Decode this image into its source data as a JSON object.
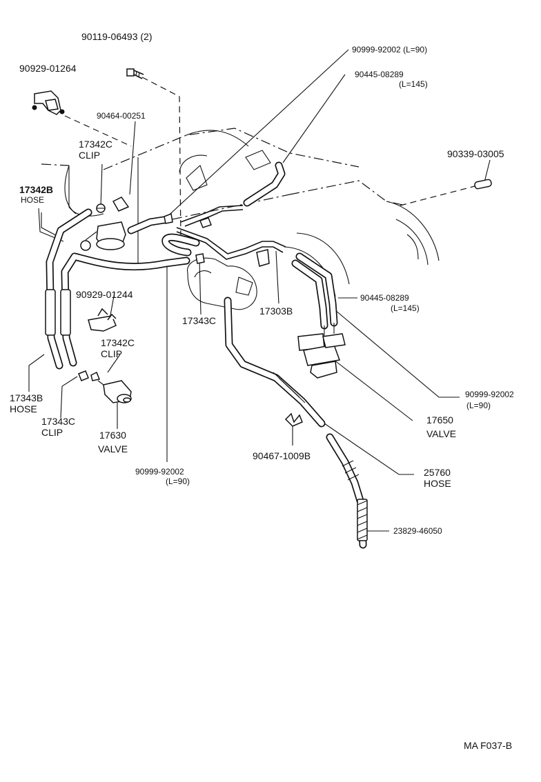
{
  "figure_code": "MA F037-B",
  "parts": [
    {
      "id": "p_90119",
      "number": "90119-06493 (2)",
      "name": ""
    },
    {
      "id": "p_90929_1264",
      "number": "90929-01264",
      "name": ""
    },
    {
      "id": "p_90464",
      "number": "90464-00251",
      "name": ""
    },
    {
      "id": "p_17342c_top",
      "number": "17342C",
      "name": "CLIP"
    },
    {
      "id": "p_17342b",
      "number": "17342B",
      "name": "HOSE"
    },
    {
      "id": "p_90999_top",
      "number": "90999-92002  (L=90)",
      "name": ""
    },
    {
      "id": "p_90445_top",
      "number": "90445-08289",
      "name": "(L=145)"
    },
    {
      "id": "p_90339",
      "number": "90339-03005",
      "name": ""
    },
    {
      "id": "p_90929_1244",
      "number": "90929-01244",
      "name": ""
    },
    {
      "id": "p_17342c_mid",
      "number": "17342C",
      "name": "CLIP"
    },
    {
      "id": "p_17343c_mid",
      "number": "17343C",
      "name": ""
    },
    {
      "id": "p_17303b",
      "number": "17303B",
      "name": ""
    },
    {
      "id": "p_90445_right",
      "number": "90445-08289",
      "name": "(L=145)"
    },
    {
      "id": "p_17343b",
      "number": "17343B",
      "name": "HOSE"
    },
    {
      "id": "p_17343c_left",
      "number": "17343C",
      "name": "CLIP"
    },
    {
      "id": "p_90999_right",
      "number": "90999-92002",
      "name": "(L=90)"
    },
    {
      "id": "p_17630",
      "number": "17630",
      "name": "VALVE"
    },
    {
      "id": "p_17650",
      "number": "17650",
      "name": "VALVE"
    },
    {
      "id": "p_90467",
      "number": "90467-1009B",
      "name": ""
    },
    {
      "id": "p_90999_bottom",
      "number": "90999-92002",
      "name": "(L=90)"
    },
    {
      "id": "p_25760",
      "number": "25760",
      "name": "HOSE"
    },
    {
      "id": "p_23829",
      "number": "23829-46050",
      "name": ""
    }
  ]
}
